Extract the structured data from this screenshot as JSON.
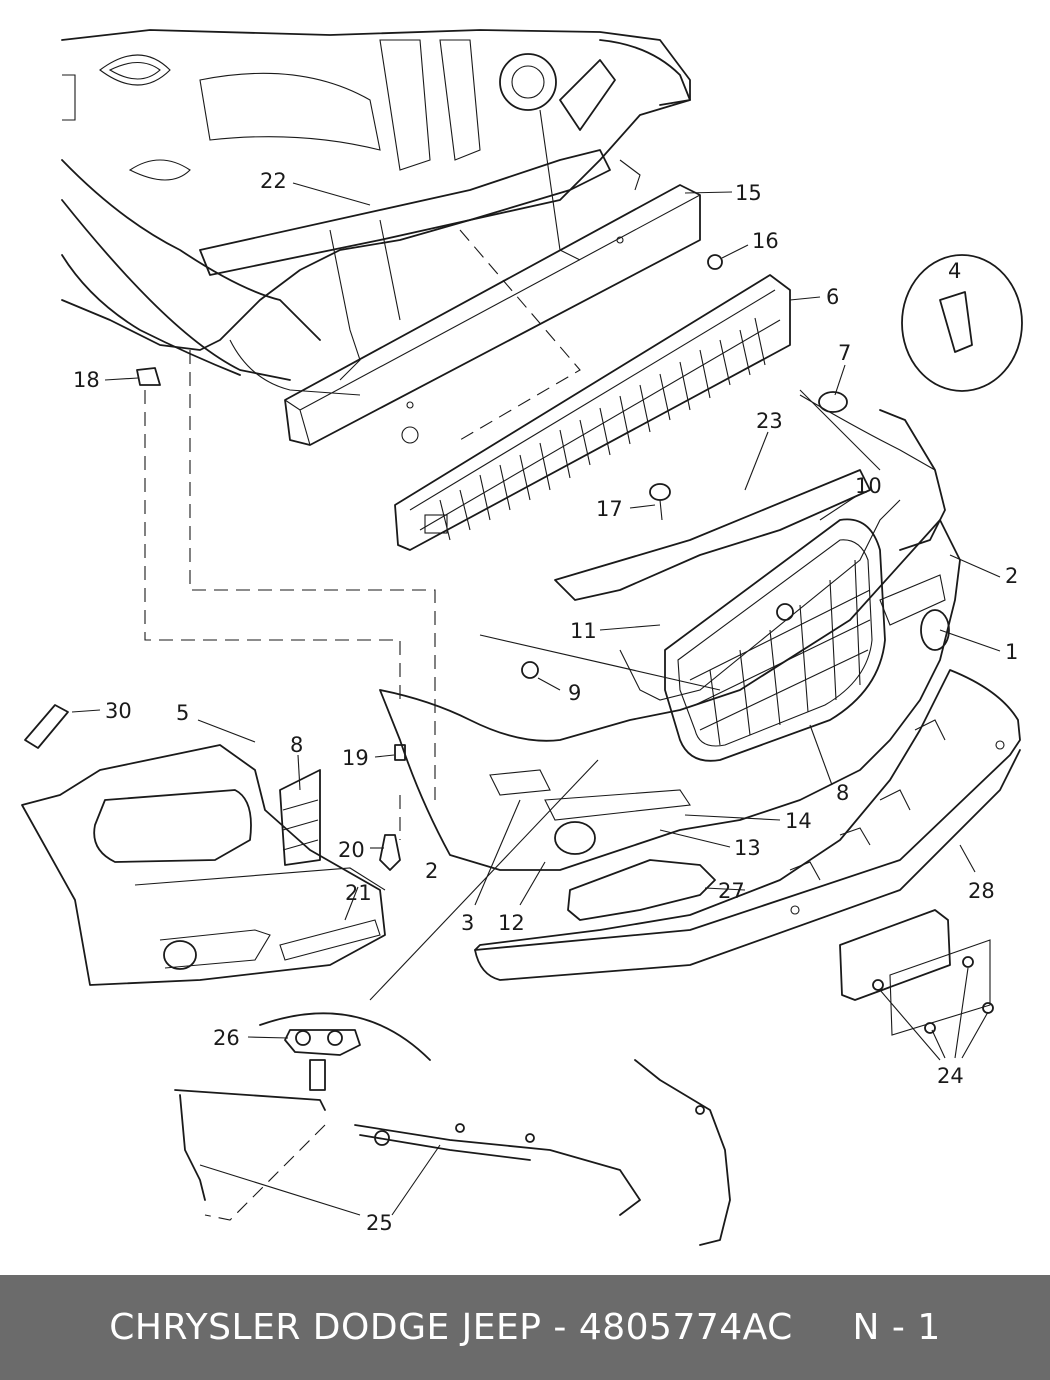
{
  "callouts": [
    "22",
    "15",
    "16",
    "6",
    "4",
    "7",
    "18",
    "23",
    "10",
    "17",
    "2",
    "11",
    "1",
    "9",
    "30",
    "5",
    "8",
    "19",
    "20",
    "2",
    "8",
    "14",
    "13",
    "21",
    "27",
    "28",
    "3",
    "12",
    "26",
    "24",
    "25"
  ],
  "footer": {
    "text": "CHRYSLER DODGE JEEP - 4805774AC     N - 1"
  },
  "colors": {
    "footer_bg": "#6b6b6b",
    "footer_text": "#ffffff",
    "line": "#1a1a1a"
  }
}
